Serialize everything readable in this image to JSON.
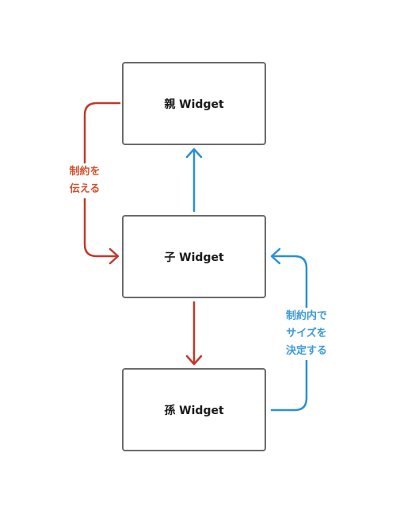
{
  "nodes": {
    "parent": {
      "label": "親 Widget"
    },
    "child": {
      "label": "子 Widget"
    },
    "grandchild": {
      "label": "孫 Widget"
    }
  },
  "annotations": {
    "pass_constraints": {
      "lines": [
        "制約を",
        "伝える"
      ],
      "color": "#d4502e"
    },
    "size_within": {
      "lines": [
        "制約内で",
        "サイズを",
        "決定する"
      ],
      "color": "#3a9ad9"
    }
  },
  "colors": {
    "constraint_arrow": "#c0392b",
    "size_arrow": "#2a8fd6",
    "box_border": "#6b6b6b"
  }
}
